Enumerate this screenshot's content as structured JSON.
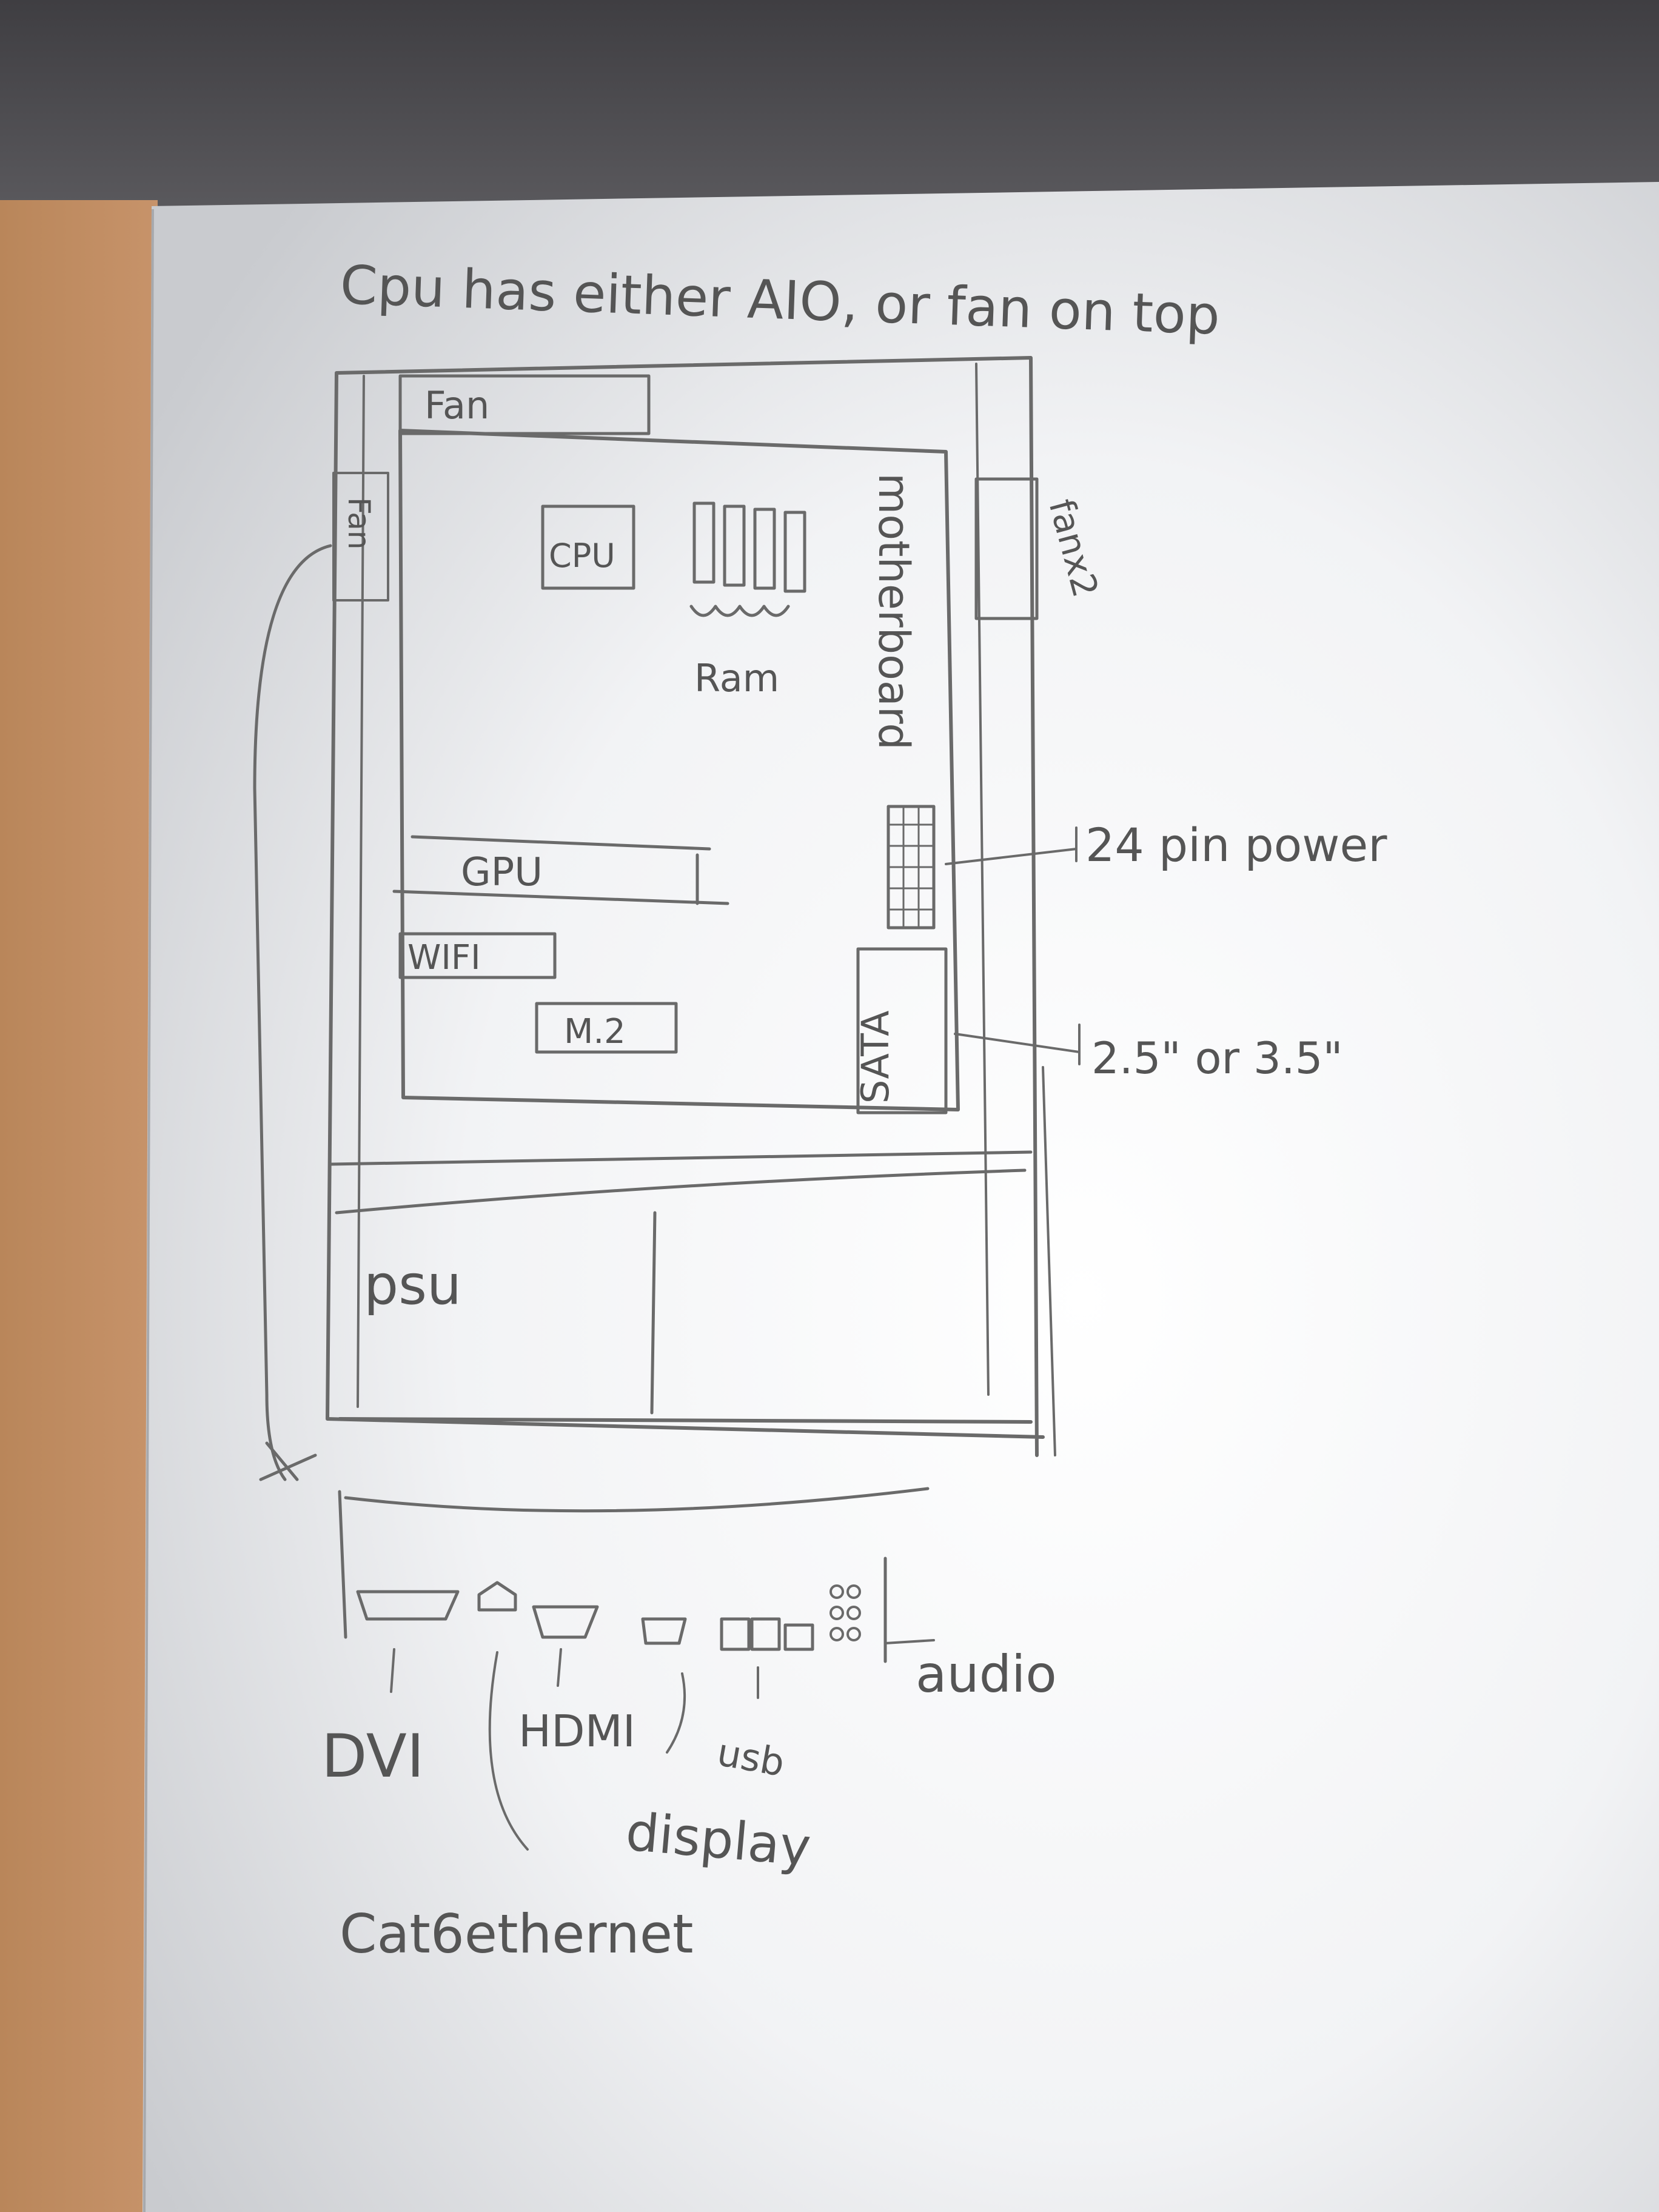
{
  "sketch": {
    "title": "Cpu has either AIO, or fan on top",
    "fan_top": "Fan",
    "fan_left": "Fan",
    "fan_right": "fanx2",
    "cpu": "CPU",
    "ram": "Ram",
    "motherboard": "motherboard",
    "gpu": "GPU",
    "wifi": "WIFI",
    "m2": "M.2",
    "sata": "SATA",
    "psu": "psu",
    "power_24pin": "24 pin power",
    "drive_size": "2.5\" or 3.5\"",
    "io_labels": {
      "dvi": "DVI",
      "hdmi": "HDMI",
      "usb": "usb",
      "display": "display",
      "ethernet": "Cat6ethernet",
      "audio": "audio"
    }
  }
}
